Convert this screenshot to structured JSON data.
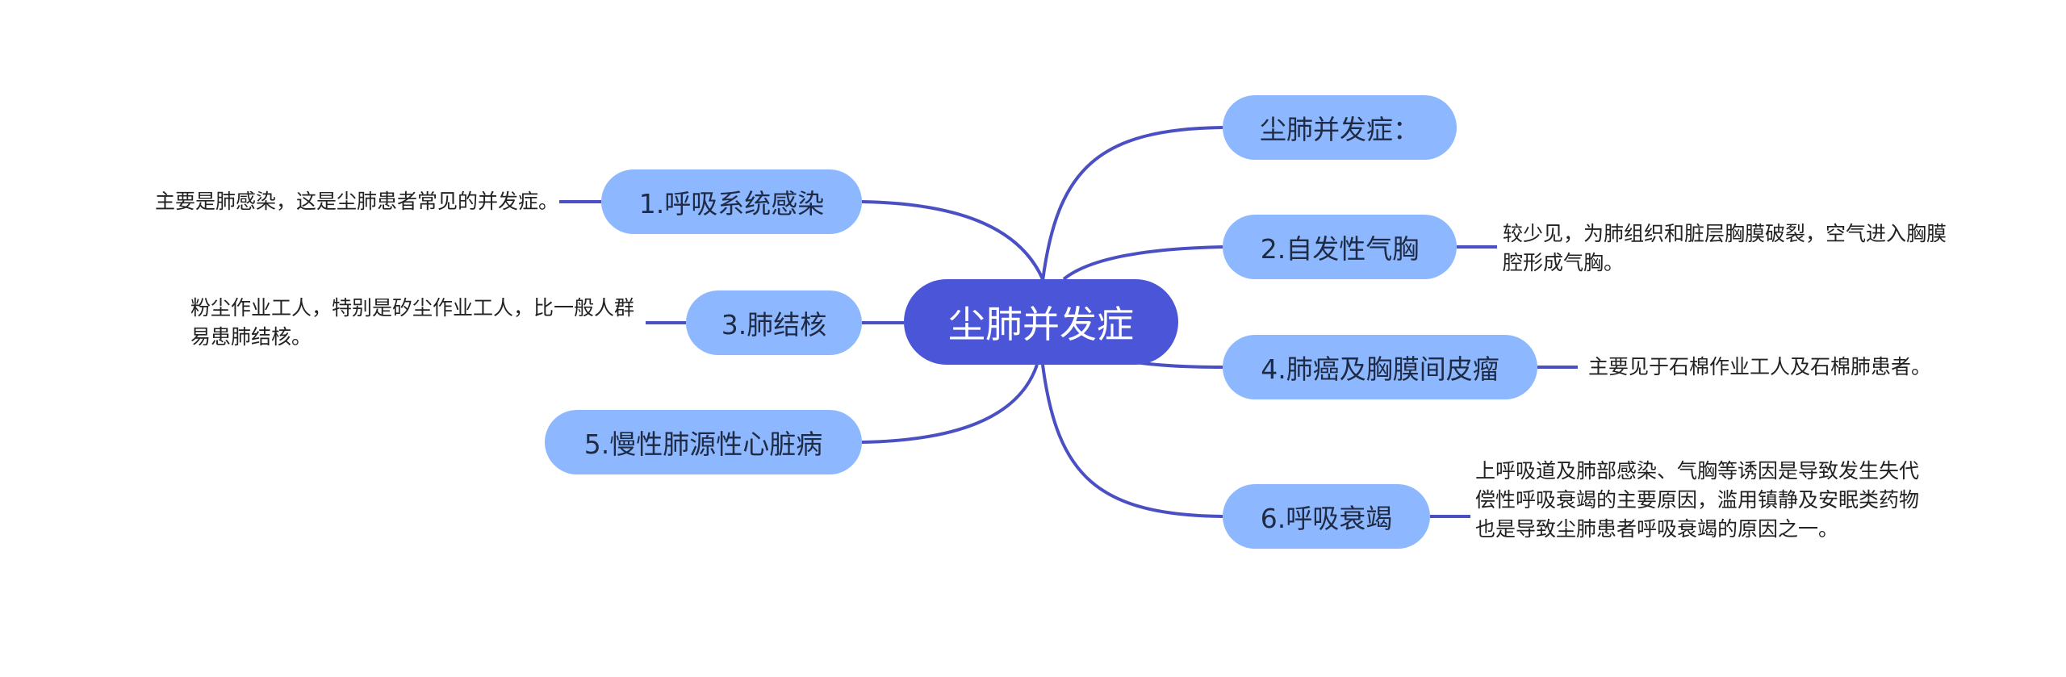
{
  "root": {
    "label": "尘肺并发症"
  },
  "branches": [
    {
      "label": "尘肺并发症：",
      "note": ""
    },
    {
      "label": "1.呼吸系统感染",
      "note": "主要是肺感染，这是尘肺患者常见的并发症。"
    },
    {
      "label": "2.自发性气胸",
      "note": "较少见，为肺组织和脏层胸膜破裂，空气进入胸膜腔形成气胸。"
    },
    {
      "label": "3.肺结核",
      "note": "粉尘作业工人，特别是矽尘作业工人，比一般人群易患肺结核。"
    },
    {
      "label": "4.肺癌及胸膜间皮瘤",
      "note": "主要见于石棉作业工人及石棉肺患者。"
    },
    {
      "label": "5.慢性肺源性心脏病",
      "note": ""
    },
    {
      "label": "6.呼吸衰竭",
      "note": "上呼吸道及肺部感染、气胸等诱因是导致发生失代偿性呼吸衰竭的主要原因，滥用镇静及安眠类药物也是导致尘肺患者呼吸衰竭的原因之一。"
    }
  ],
  "colors": {
    "root_fill": "#4a55d8",
    "branch_fill": "#8db8ff",
    "connector": "#4a4fc4"
  }
}
